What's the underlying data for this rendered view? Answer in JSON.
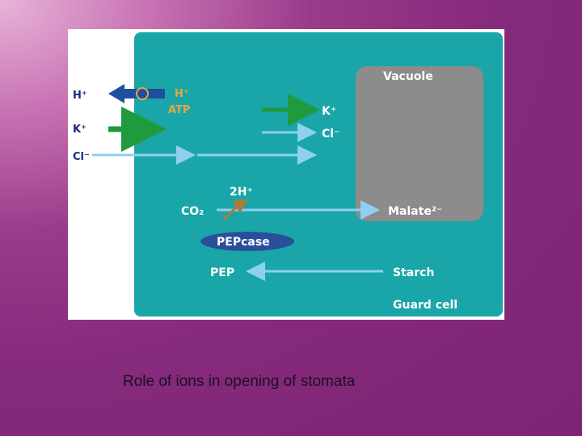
{
  "diagram": {
    "vacuole_label": "Vacuole",
    "guard_cell_label": "Guard cell",
    "outside": {
      "h_plus": "H⁺",
      "k_plus": "K⁺",
      "cl_minus": "Cl⁻"
    },
    "pump": {
      "h_plus": "H⁺",
      "atp": "ATP"
    },
    "vacuole_uptake": {
      "k_plus": "K⁺",
      "cl_minus": "Cl⁻"
    },
    "reactions": {
      "two_h_plus": "2H⁺",
      "co2": "CO₂",
      "malate": "Malate²⁻",
      "pepcase": "PEPcase",
      "pep": "PEP",
      "starch": "Starch"
    },
    "colors": {
      "cell": "#1aa6a8",
      "vacuole": "#8c8c8c",
      "proton_arrow": "#1f4fa0",
      "potassium_arrow": "#1f9a3c",
      "chloride_arrow": "#8fd0f2",
      "enzyme": "#2a4f9a",
      "atp_label": "#e6a642"
    }
  },
  "caption": "Role of ions in opening of stomata"
}
